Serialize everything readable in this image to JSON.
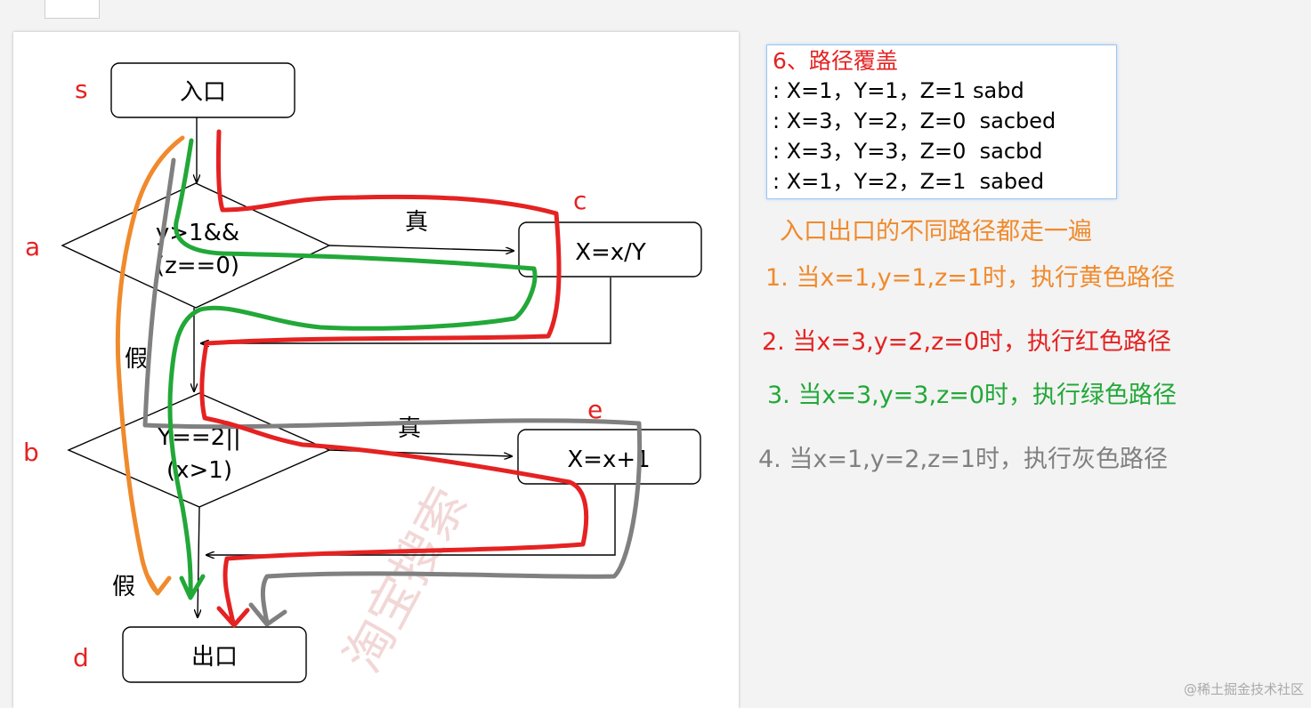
{
  "flowchart": {
    "nodes": {
      "s": {
        "label": "入口",
        "tag": "s"
      },
      "a": {
        "line1": "y>1&&",
        "line2": "(z==0)",
        "tag": "a"
      },
      "c": {
        "label": "X=x/Y",
        "tag": "c"
      },
      "b": {
        "line1": "Y==2||",
        "line2": "(x>1)",
        "tag": "b"
      },
      "e": {
        "label": "X=x+1",
        "tag": "e"
      },
      "d": {
        "label": "出口",
        "tag": "d"
      }
    },
    "edges": {
      "a_true": "真",
      "a_false": "假",
      "b_true": "真",
      "b_false": "假"
    },
    "path_colors": {
      "yellow": "#f08a2c",
      "red": "#e52222",
      "green": "#22a838",
      "gray": "#808080"
    },
    "watermark_text": "淘宝搜索"
  },
  "coverage": {
    "title": "6、路径覆盖",
    "cases": [
      ": X=1，Y=1，Z=1 sabd",
      ": X=3，Y=2，Z=0  sacbed",
      ": X=3，Y=3，Z=0  sacbd",
      ": X=1，Y=2，Z=1  sabed"
    ]
  },
  "notes": {
    "heading": "入口出口的不同路径都走一遍",
    "items": [
      {
        "text": "1. 当x=1,y=1,z=1时，执行黄色路径",
        "color": "#f08a2c"
      },
      {
        "text": "2. 当x=3,y=2,z=0时，执行红色路径",
        "color": "#e52222"
      },
      {
        "text": "3. 当x=3,y=3,z=0时，执行绿色路径",
        "color": "#22a838"
      },
      {
        "text": "4. 当x=1,y=2,z=1时，执行灰色路径",
        "color": "#808080"
      }
    ]
  },
  "site_watermark": "@稀土掘金技术社区"
}
